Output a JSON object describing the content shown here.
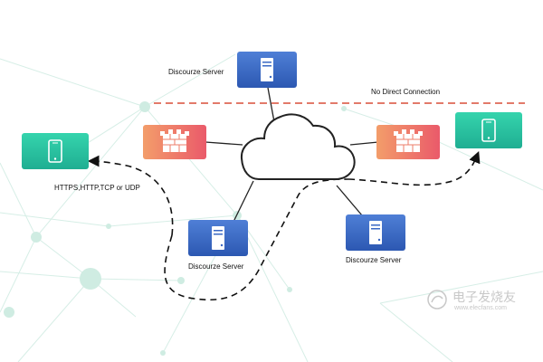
{
  "labels": {
    "top_server": "Discourze Server",
    "no_direct": "No Direct Connection",
    "protocols": "HTTPS,HTTP,TCP or UDP",
    "bottom_left_server": "Discourze Server",
    "bottom_right_server": "Discourze Server"
  },
  "watermark": {
    "brand": "电子发烧友",
    "url": "www.elecfans.com"
  },
  "colors": {
    "server": "#3a68c4",
    "firewall_start": "#f39d6a",
    "firewall_end": "#ea5a6a",
    "phone": "#2cc4a0",
    "divider": "#e27a6a",
    "network_lines": "#d6eee6",
    "network_nodes": "#cfece2"
  },
  "icons": {
    "server": "server-icon",
    "firewall": "firewall-icon",
    "phone": "smartphone-icon",
    "cloud": "cloud-icon"
  }
}
